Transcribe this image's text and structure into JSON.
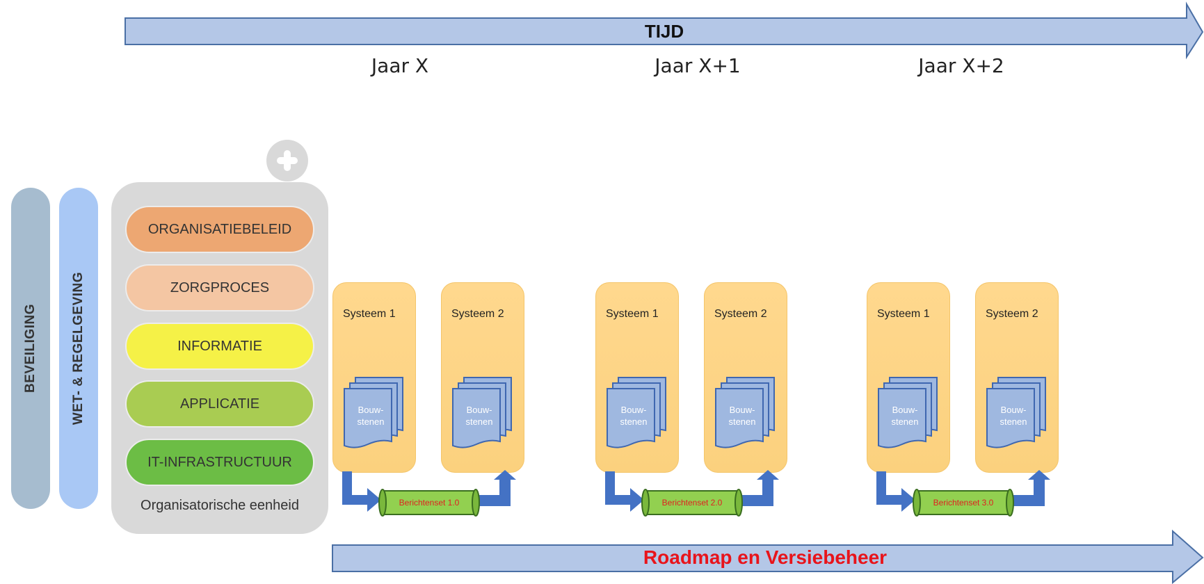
{
  "tijd_label": "TIJD",
  "years": [
    "Jaar X",
    "Jaar X+1",
    "Jaar X+2"
  ],
  "side_bars": {
    "beveiliging": "BEVEILIGING",
    "wet_regelgeving": "WET- & REGELGEVING"
  },
  "org_layers": [
    {
      "label": "ORGANISATIEBELEID",
      "color": "#eda772"
    },
    {
      "label": "ZORGPROCES",
      "color": "#f4c6a3"
    },
    {
      "label": "INFORMATIE",
      "color": "#f5f147"
    },
    {
      "label": "APPLICATIE",
      "color": "#a9cc52"
    },
    {
      "label": "IT-INFRASTRUCTUUR",
      "color": "#6cbd45"
    }
  ],
  "org_caption": "Organisatorische eenheid",
  "groups": [
    {
      "systems": [
        "Systeem 1",
        "Systeem 2"
      ],
      "building_blocks": "Bouw-stenen",
      "message_set": "Berichtenset 1.0"
    },
    {
      "systems": [
        "Systeem 1",
        "Systeem 2"
      ],
      "building_blocks": "Bouw-stenen",
      "message_set": "Berichtenset 2.0"
    },
    {
      "systems": [
        "Systeem 1",
        "Systeem 2"
      ],
      "building_blocks": "Bouw-stenen",
      "message_set": "Berichtenset 3.0"
    }
  ],
  "roadmap_label": "Roadmap en Versiebeheer",
  "colors": {
    "arrow_fill": "#b4c7e7",
    "arrow_stroke": "#4a6fa5",
    "roadmap_text": "#e8141b",
    "system_fill": "#fdd588",
    "connector": "#4472c4",
    "scroll_fill": "#92d050",
    "doc_fill": "#9fb8e0",
    "beveiliging_bar": "#a6bccf",
    "wet_bar": "#a9c8f5"
  }
}
